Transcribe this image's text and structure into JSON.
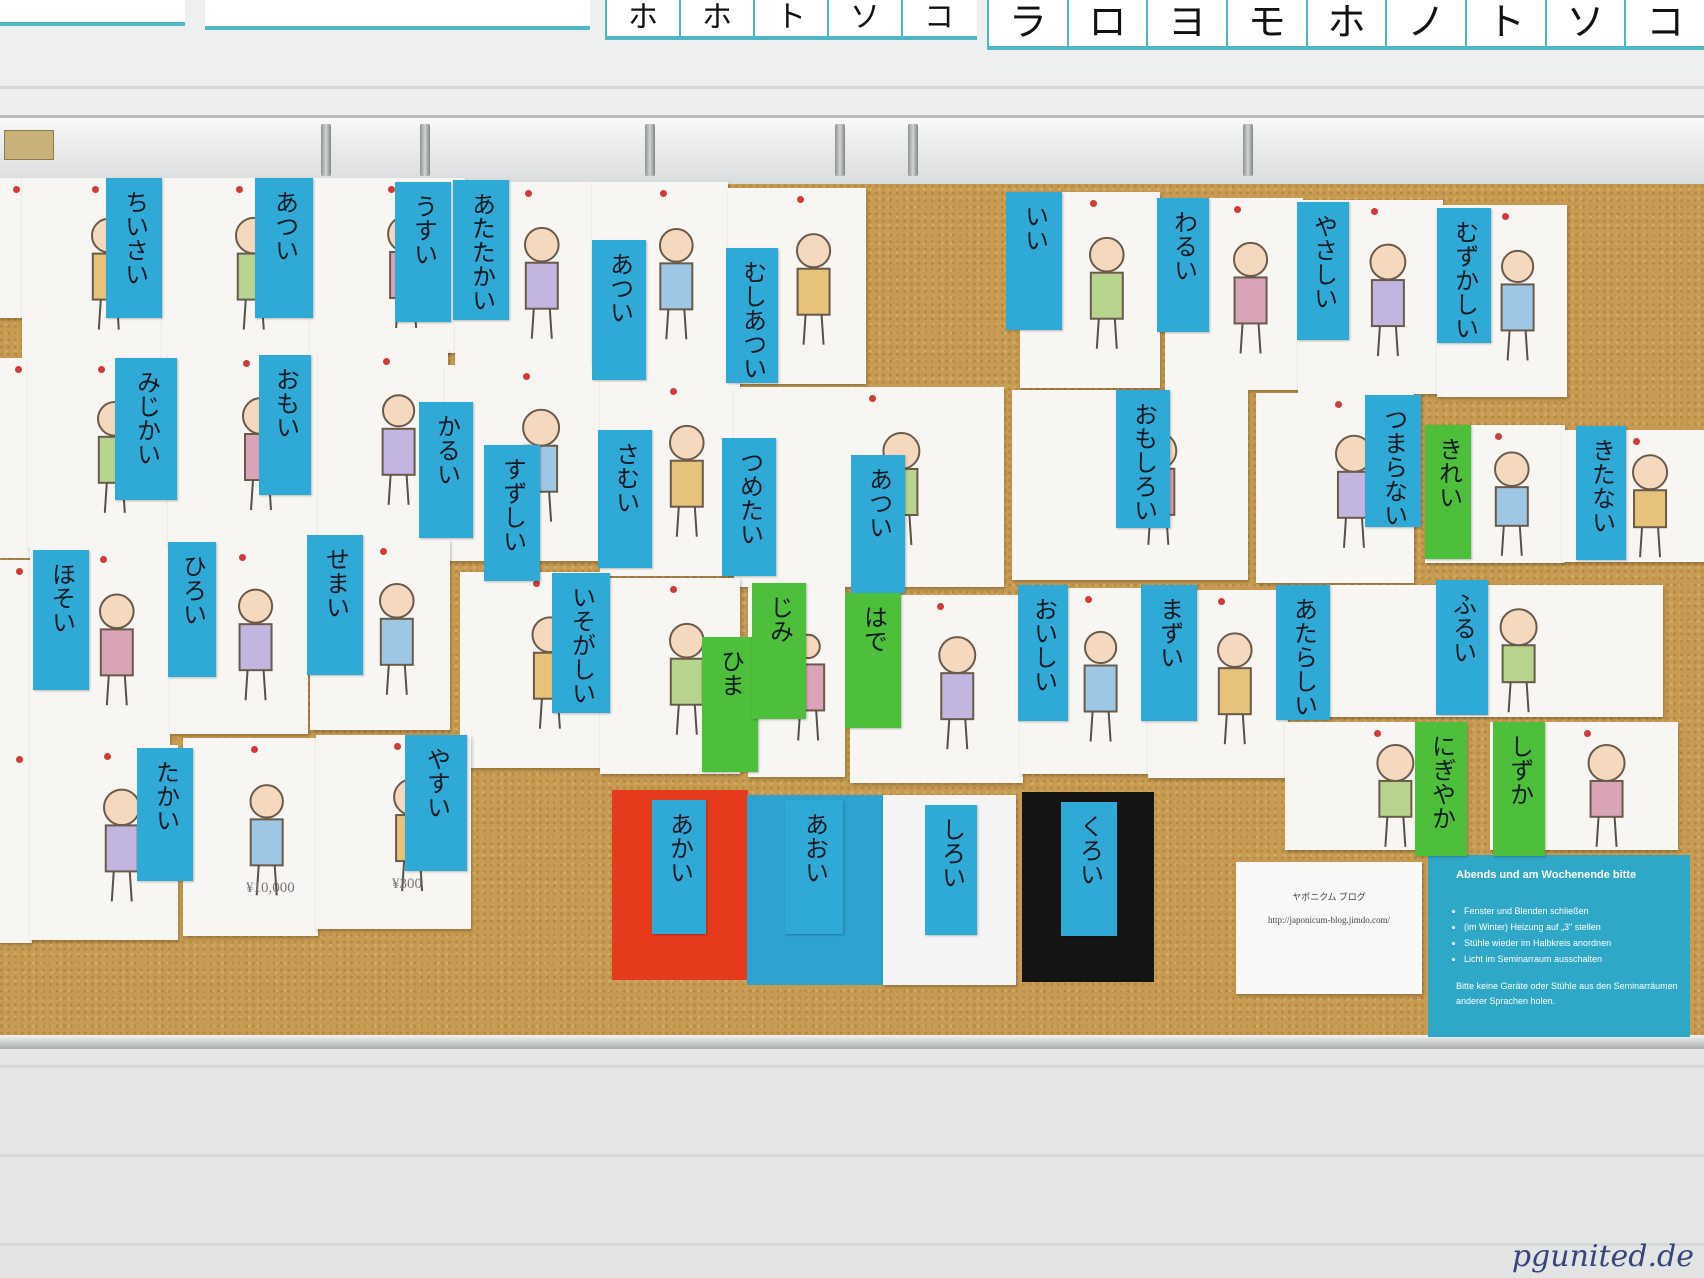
{
  "top_strip": {
    "left_cells": [
      "ホ",
      "ホ",
      "ト",
      "ソ",
      "コ"
    ],
    "right_cells": [
      "ラ",
      "ロ",
      "ヨ",
      "モ",
      "ホ",
      "ノ",
      "ト",
      "ソ",
      "コ"
    ]
  },
  "adjective_tags": [
    {
      "id": "t1",
      "text": "ちいさい",
      "color": "blue"
    },
    {
      "id": "t2",
      "text": "あつい",
      "color": "blue"
    },
    {
      "id": "t3",
      "text": "うすい",
      "color": "blue"
    },
    {
      "id": "t4",
      "text": "あたたかい",
      "color": "blue"
    },
    {
      "id": "t5",
      "text": "あつい",
      "color": "blue"
    },
    {
      "id": "t6",
      "text": "むしあつい",
      "color": "blue"
    },
    {
      "id": "t7",
      "text": "いい",
      "color": "blue"
    },
    {
      "id": "t8",
      "text": "わるい",
      "color": "blue"
    },
    {
      "id": "t9",
      "text": "やさしい",
      "color": "blue"
    },
    {
      "id": "t10",
      "text": "むずかしい",
      "color": "blue"
    },
    {
      "id": "t11",
      "text": "みじかい",
      "color": "blue"
    },
    {
      "id": "t12",
      "text": "おもい",
      "color": "blue"
    },
    {
      "id": "t13",
      "text": "かるい",
      "color": "blue"
    },
    {
      "id": "t14",
      "text": "すずしい",
      "color": "blue"
    },
    {
      "id": "t15",
      "text": "さむい",
      "color": "blue"
    },
    {
      "id": "t16",
      "text": "つめたい",
      "color": "blue"
    },
    {
      "id": "t17",
      "text": "あつい",
      "color": "blue"
    },
    {
      "id": "t18",
      "text": "おもしろい",
      "color": "blue"
    },
    {
      "id": "t19",
      "text": "つまらない",
      "color": "blue"
    },
    {
      "id": "t20",
      "text": "きれい",
      "color": "green"
    },
    {
      "id": "t21",
      "text": "きたない",
      "color": "blue"
    },
    {
      "id": "t22",
      "text": "ほそい",
      "color": "blue"
    },
    {
      "id": "t23",
      "text": "ひろい",
      "color": "blue"
    },
    {
      "id": "t24",
      "text": "せまい",
      "color": "blue"
    },
    {
      "id": "t25",
      "text": "いそがしい",
      "color": "blue"
    },
    {
      "id": "t26",
      "text": "ひま",
      "color": "green"
    },
    {
      "id": "t27",
      "text": "じみ",
      "color": "green"
    },
    {
      "id": "t28",
      "text": "はで",
      "color": "green"
    },
    {
      "id": "t29",
      "text": "おいしい",
      "color": "blue"
    },
    {
      "id": "t30",
      "text": "まずい",
      "color": "blue"
    },
    {
      "id": "t31",
      "text": "あたらしい",
      "color": "blue"
    },
    {
      "id": "t32",
      "text": "ふるい",
      "color": "blue"
    },
    {
      "id": "t33",
      "text": "たかい",
      "color": "blue"
    },
    {
      "id": "t34",
      "text": "やすい",
      "color": "blue"
    },
    {
      "id": "t35",
      "text": "にぎやか",
      "color": "green"
    },
    {
      "id": "t36",
      "text": "しずか",
      "color": "green"
    },
    {
      "id": "t37",
      "text": "あかい",
      "color": "blue"
    },
    {
      "id": "t38",
      "text": "あおい",
      "color": "blue"
    },
    {
      "id": "t39",
      "text": "しろい",
      "color": "blue"
    },
    {
      "id": "t40",
      "text": "くろい",
      "color": "blue"
    }
  ],
  "price_labels": {
    "expensive": "¥10,000",
    "cheap": "¥300"
  },
  "color_cards": {
    "red": "#e53b1c",
    "blue": "#2ea3cf",
    "white": "#f4f4f4",
    "black": "#141414"
  },
  "blog_card": {
    "title": "ヤポニクム ブログ",
    "url": "http://japonicum-blog.jimdo.com/"
  },
  "info_sign": {
    "heading": "Abends und am Wochenende bitte",
    "items": [
      "Fenster und Blenden schließen",
      "(im Winter) Heizung auf „3\" stellen",
      "Stühle wieder im Halbkreis anordnen",
      "Licht im Seminarraum ausschalten"
    ],
    "footer": "Bitte keine Geräte oder Stühle aus den Seminarräumen anderer Sprachen holen."
  },
  "watermark": "pgunited.de",
  "colors": {
    "tag_blue": "#2fa9d6",
    "tag_green": "#4dbf3a",
    "cork": "#c79b52",
    "strip_teal": "#4fb7c4"
  }
}
